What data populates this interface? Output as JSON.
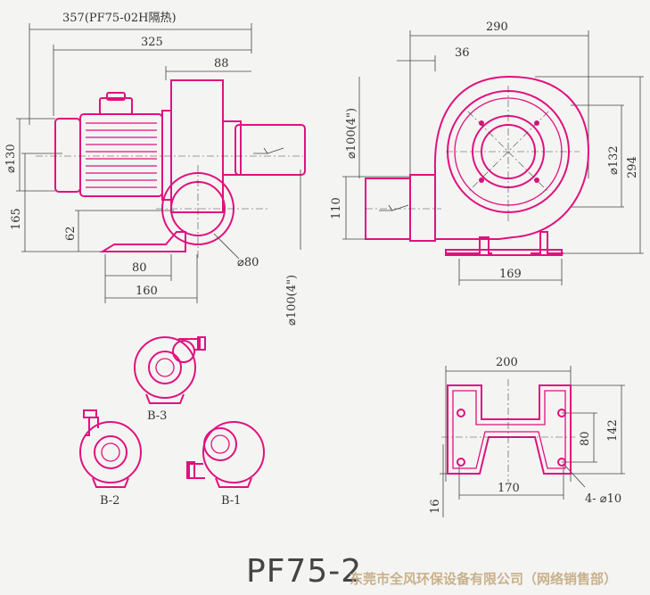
{
  "dimensions": {
    "total_length": "357(PF75-02H隔热)",
    "length_325": "325",
    "length_88": "88",
    "width_290": "290",
    "offset_36": "36",
    "dia_130": "⌀130",
    "height_165": "165",
    "height_62": "62",
    "base_80": "80",
    "base_160": "160",
    "dia_80": "⌀80",
    "outlet_dia": "⌀100(4\")",
    "inlet_dia": "⌀100(4\")",
    "height_110": "110",
    "dia_132": "⌀132",
    "height_294": "294",
    "base_169": "169",
    "base_width_200": "200",
    "base_height_142": "142",
    "base_inner_80": "80",
    "base_hole_170": "170",
    "base_thick_16": "16",
    "holes": "4- ⌀10"
  },
  "orientations": [
    "B-3",
    "B-2",
    "B-1"
  ],
  "model": "PF75-2",
  "watermark": "东莞市全风环保设备有限公司（网络销售部）",
  "colors": {
    "outline": "#e0117e",
    "dimension": "#444444",
    "background": "#f4f4f2"
  }
}
